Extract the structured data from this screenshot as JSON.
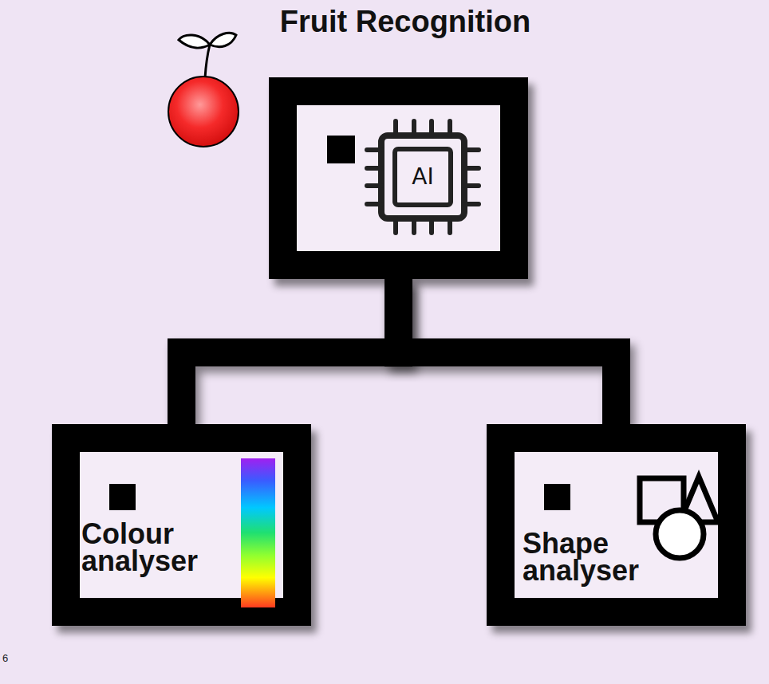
{
  "diagram": {
    "title": "Fruit Recognition",
    "nodes": [
      {
        "text": [
          "AI"
        ]
      },
      {
        "text": [
          "Colour analyser"
        ]
      },
      {
        "text": [
          "Shape analyser"
        ]
      }
    ],
    "edges": [
      {
        "from": 0,
        "to": 1,
        "arrow": "none"
      },
      {
        "from": 0,
        "to": 2,
        "arrow": "none"
      }
    ],
    "labels": [
      "6"
    ]
  }
}
